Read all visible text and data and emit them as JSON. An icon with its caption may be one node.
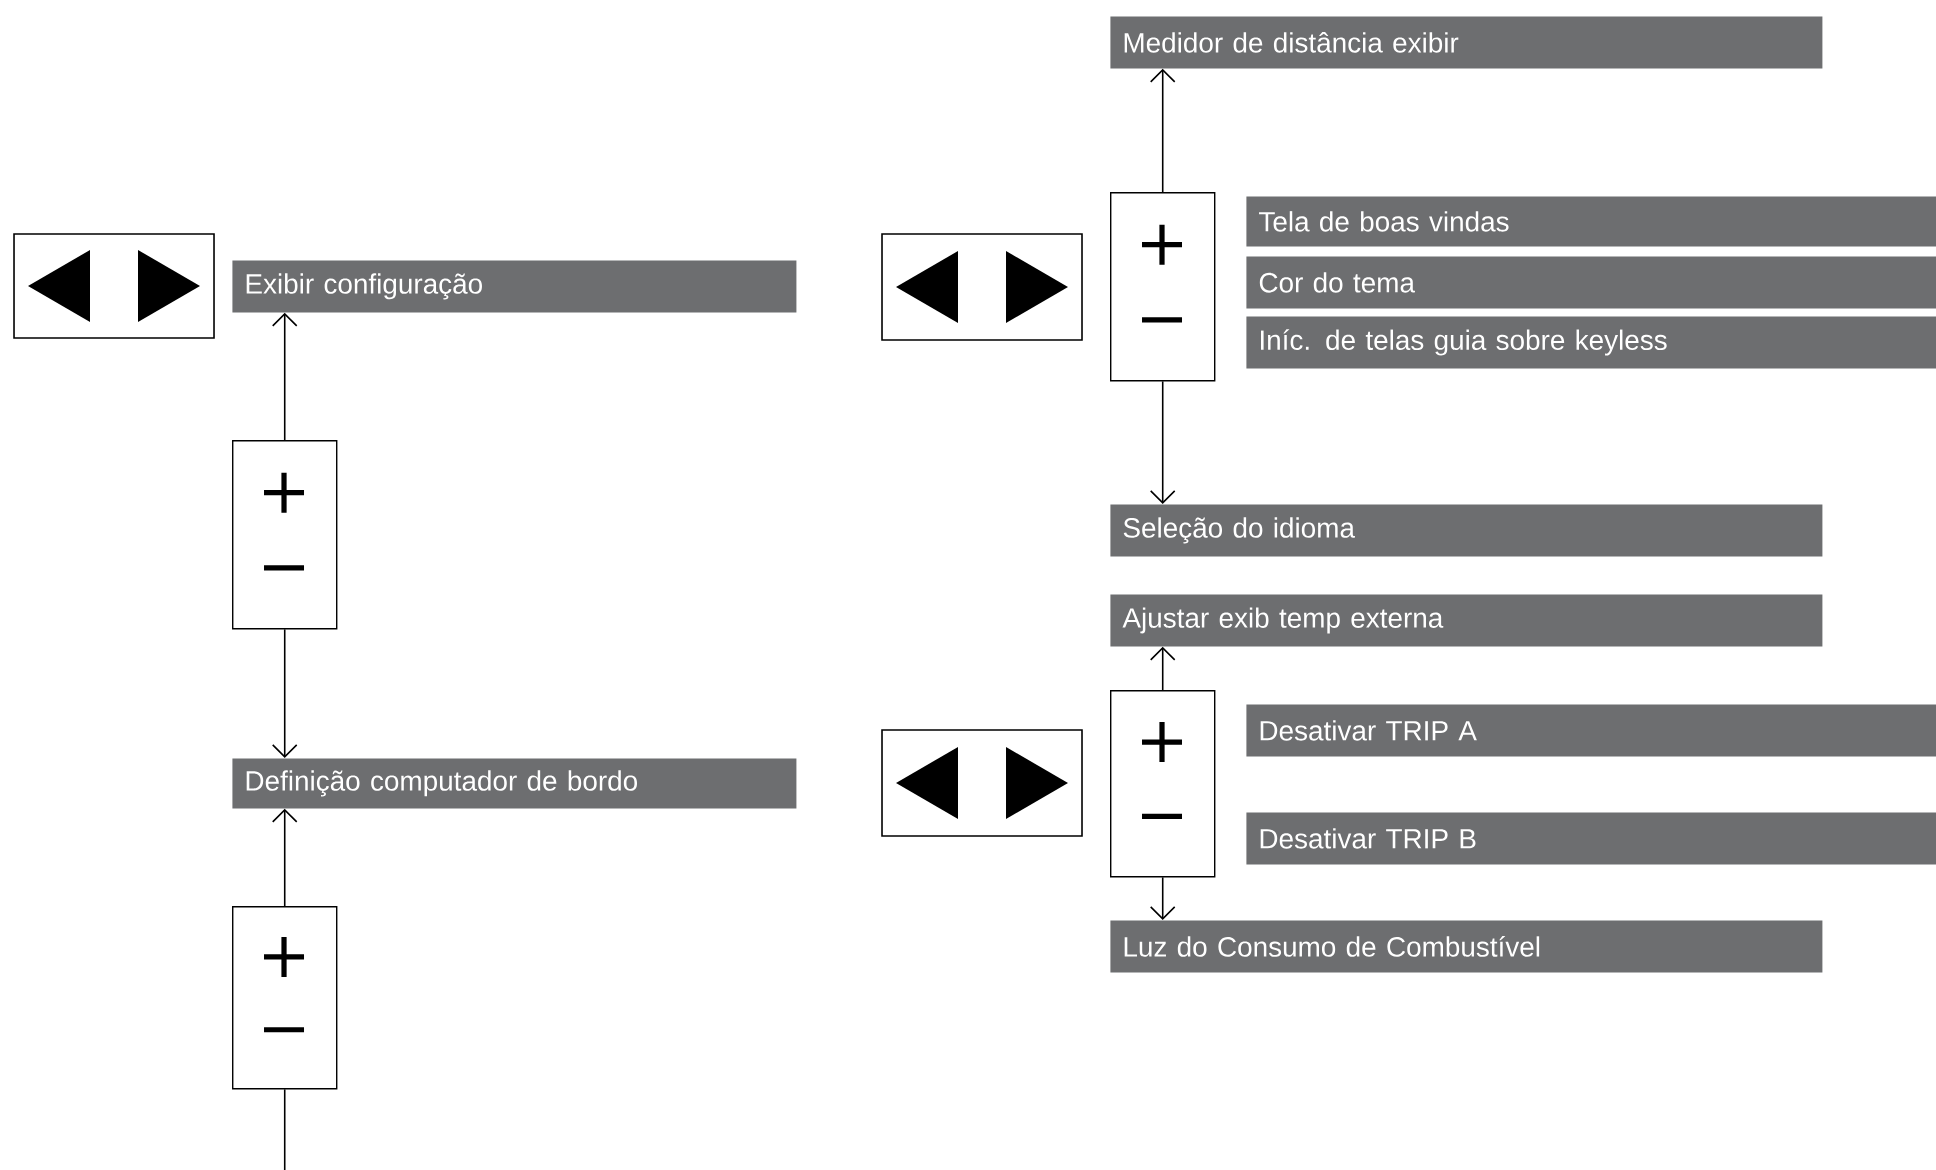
{
  "diagram": {
    "nodes": [
      {
        "text": [
          "Medidor de distância exibir"
        ]
      },
      {
        "text": [],
        "shape": "box"
      },
      {
        "text": [
          "Tela de boas vindas"
        ]
      },
      {
        "text": [
          "Exibir configuração"
        ]
      },
      {
        "text": [
          "Cor do tema"
        ]
      },
      {
        "text": [
          "Iníc. de telas guia sobre keyless"
        ]
      },
      {
        "text": [],
        "shape": "box"
      },
      {
        "text": [
          "Seleção do idioma"
        ]
      },
      {
        "text": [
          "Ajustar exib temp externa"
        ]
      },
      {
        "text": [],
        "shape": "box"
      },
      {
        "text": [
          "Desativar TRIP A"
        ]
      },
      {
        "text": [
          "Definição computador de bordo"
        ]
      },
      {
        "text": [
          "Desativar TRIP B"
        ]
      },
      {
        "text": [
          "Luz do Consumo de Combustível"
        ]
      },
      {
        "text": [],
        "shape": "box"
      }
    ],
    "edges": [
      {
        "from": 1,
        "to": 0,
        "arrow": "to"
      },
      {
        "from": 1,
        "to": 7,
        "arrow": "to"
      },
      {
        "from": 6,
        "to": 3,
        "arrow": "to"
      },
      {
        "from": 6,
        "to": 11,
        "arrow": "to"
      },
      {
        "from": 9,
        "to": 8,
        "arrow": "to"
      },
      {
        "from": 9,
        "to": 13,
        "arrow": "to"
      },
      {
        "from": 14,
        "to": 11,
        "arrow": "to"
      },
      {
        "from": 14,
        "to": null,
        "arrow": "none"
      }
    ]
  }
}
